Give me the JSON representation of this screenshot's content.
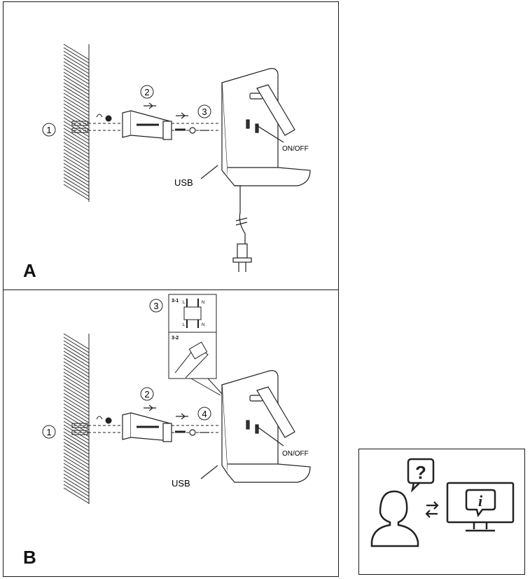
{
  "panel_a": {
    "letter": "A",
    "steps": [
      "1",
      "2",
      "3"
    ],
    "labels": {
      "switch": "ON/OFF",
      "usb": "USB"
    }
  },
  "panel_b": {
    "letter": "B",
    "steps": [
      "1",
      "2",
      "3",
      "4"
    ],
    "inset": {
      "step_3_1": "3-1",
      "step_3_2": "3-2",
      "wire_l": "L",
      "wire_n": "N"
    },
    "labels": {
      "switch": "ON/OFF",
      "usb": "USB"
    }
  },
  "help_box": {
    "question_icon": "question-bubble-icon",
    "exchange_icon": "exchange-arrows-icon",
    "info_icon": "info-monitor-icon"
  }
}
